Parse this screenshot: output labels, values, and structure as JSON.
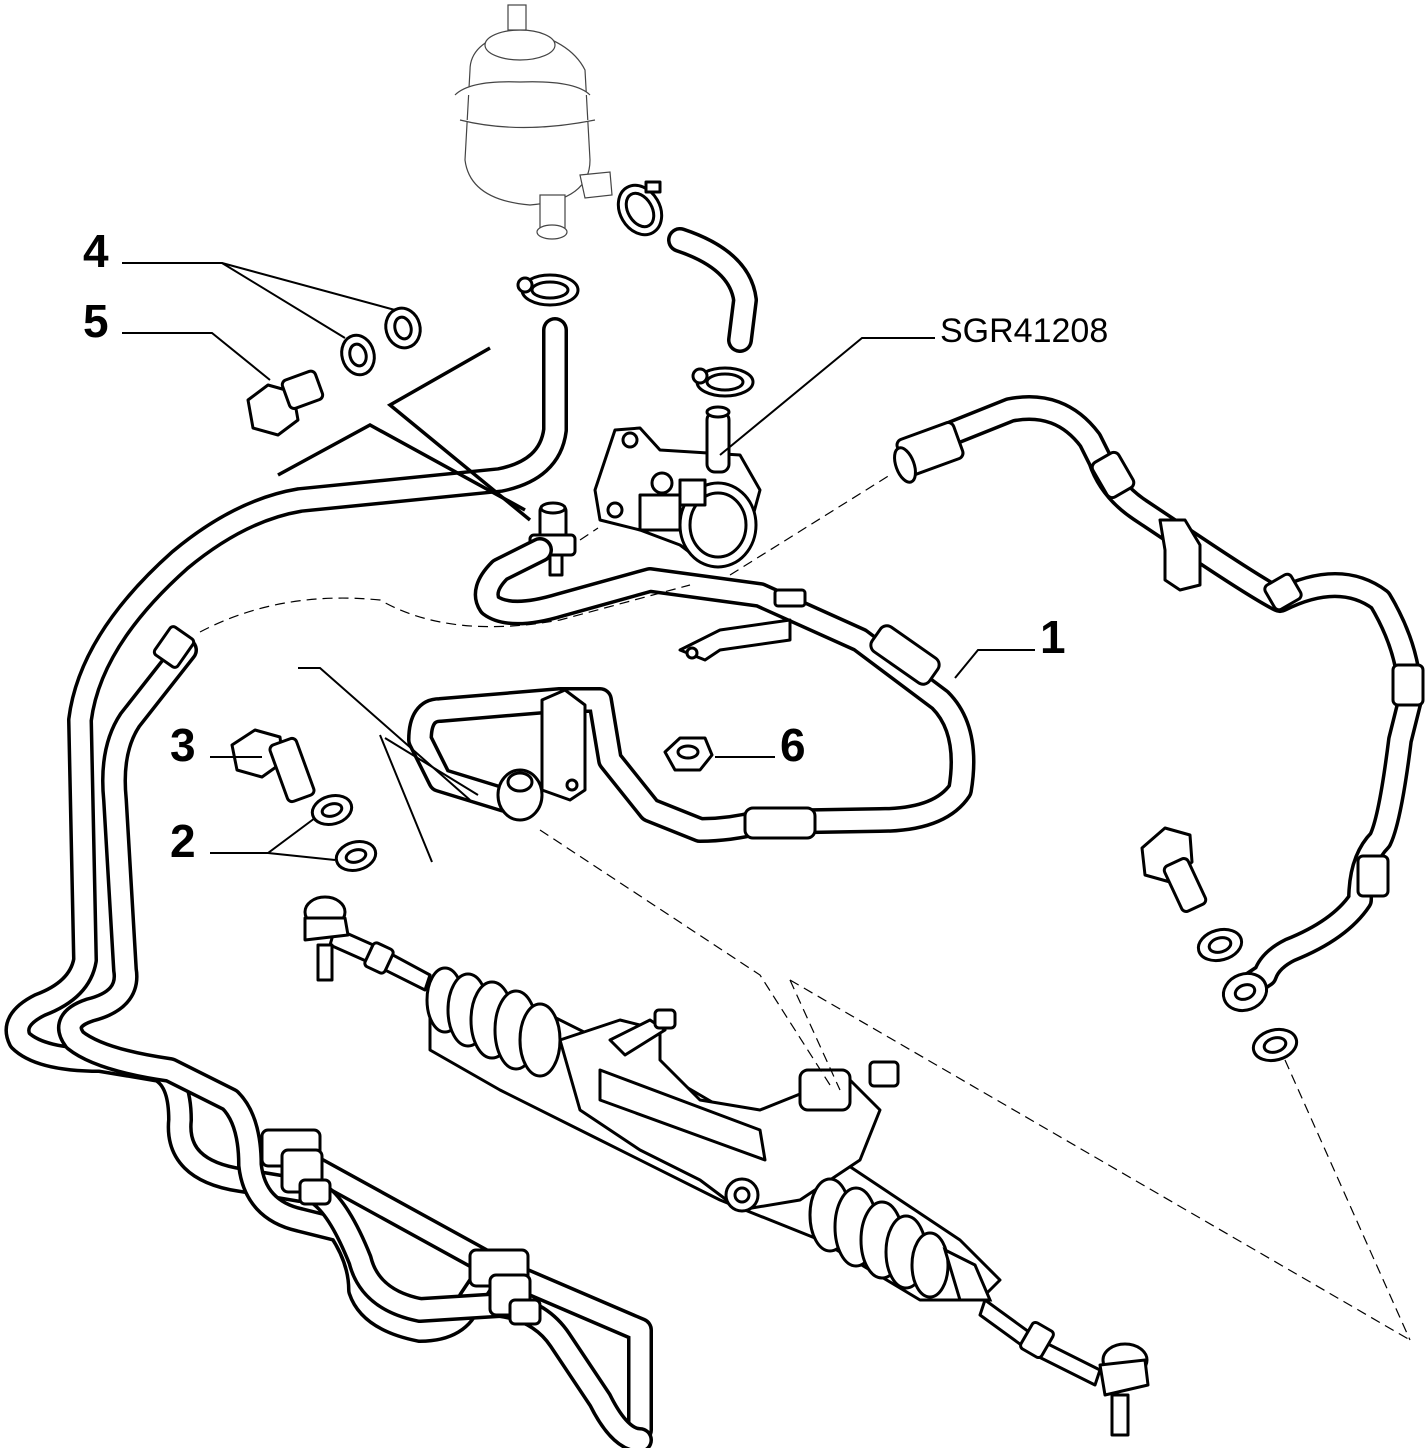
{
  "diagram": {
    "reference_code": "SGR41208",
    "callouts": [
      {
        "id": "1",
        "label": "1"
      },
      {
        "id": "2",
        "label": "2"
      },
      {
        "id": "3",
        "label": "3"
      },
      {
        "id": "4",
        "label": "4"
      },
      {
        "id": "5",
        "label": "5"
      },
      {
        "id": "6",
        "label": "6"
      }
    ]
  },
  "colors": {
    "line": "#000000",
    "background": "#ffffff"
  }
}
